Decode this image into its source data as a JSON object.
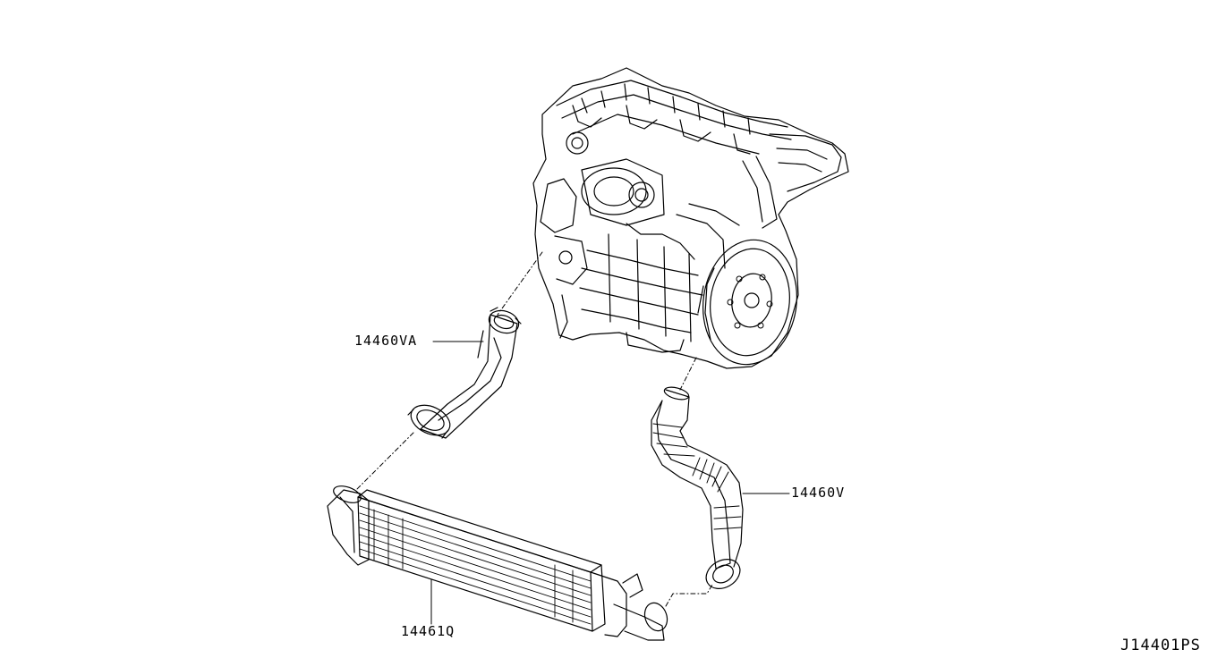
{
  "diagram": {
    "part_labels": {
      "hose_inlet": "14460VA",
      "hose_outlet": "14460V",
      "intercooler": "14461Q"
    },
    "diagram_id": "J14401PS"
  }
}
